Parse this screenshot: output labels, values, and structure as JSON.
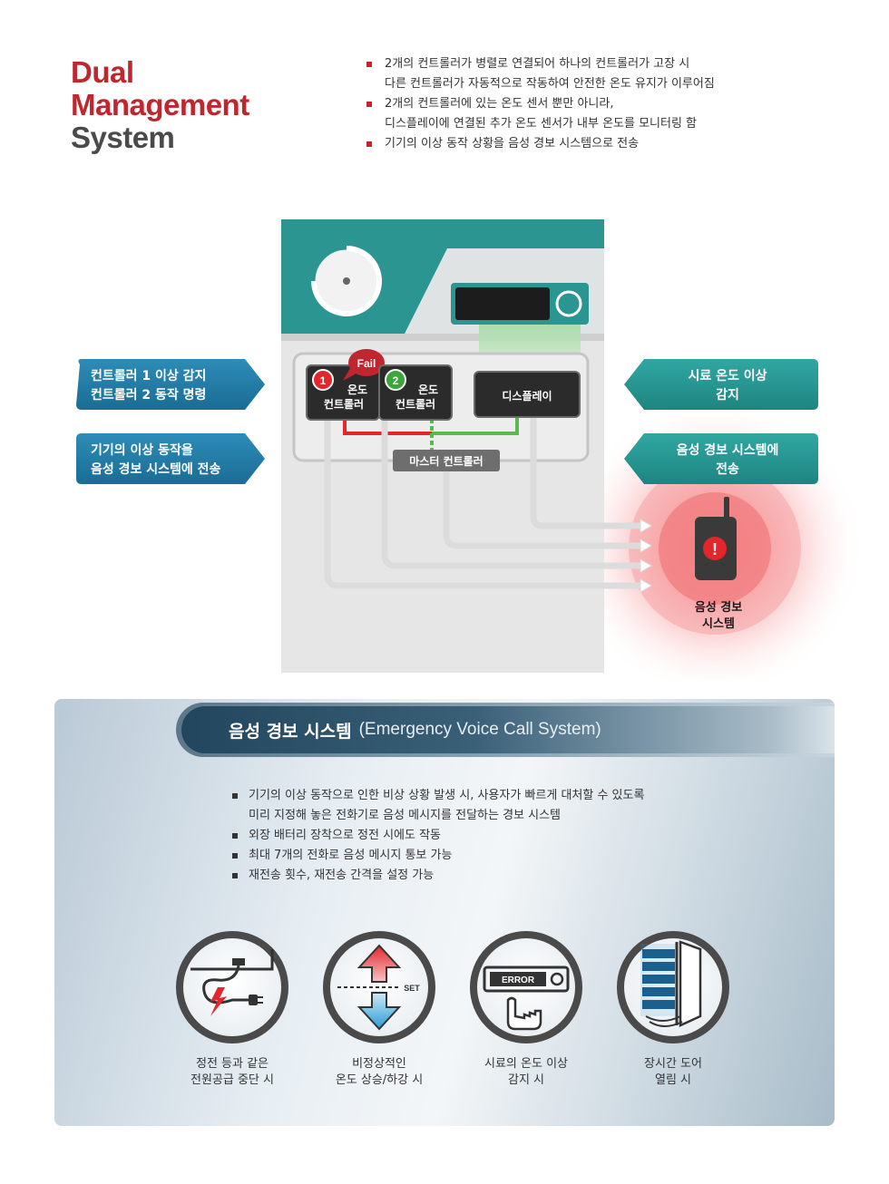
{
  "title": {
    "line1": "Dual",
    "line2": "Management",
    "line3": "System"
  },
  "top_bullets": [
    "2개의 컨트롤러가 병렬로 연결되어 하나의 컨트롤러가 고장 시\n다른 컨트롤러가 자동적으로 작동하여 안전한 온도 유지가 이루어짐",
    "2개의 컨트롤러에 있는 온도 센서 뿐만 아니라,\n디스플레이에 연결된 추가 온도 센서가 내부 온도를 모니터링 함",
    "기기의 이상 동작 상황을 음성 경보 시스템으로 전송"
  ],
  "diagram": {
    "left_labels": [
      "컨트롤러 1 이상 감지\n컨트롤러 2 동작 명령",
      "기기의 이상 동작을\n음성 경보 시스템에 전송"
    ],
    "right_labels": [
      "시료 온도 이상\n감지",
      "음성 경보 시스템에\n전송"
    ],
    "fail_badge": "Fail",
    "controller1": {
      "num": "1",
      "label": "온도\n컨트롤러"
    },
    "controller2": {
      "num": "2",
      "label": "온도\n컨트롤러"
    },
    "display_label": "디스플레이",
    "master_label": "마스터 컨트롤러",
    "alarm_label": "음성 경보\n시스템",
    "alarm_mark": "!"
  },
  "panel": {
    "title": "음성 경보 시스템",
    "subtitle": "(Emergency Voice Call System)",
    "bullets": [
      "기기의 이상 동작으로 인한 비상 상황 발생 시, 사용자가 빠르게 대처할 수 있도록\n미리 지정해 놓은 전화기로 음성 메시지를 전달하는 경보 시스템",
      "외장 배터리 장착으로 정전 시에도 작동",
      "최대 7개의 전화로 음성 메시지 통보 가능",
      "재전송 횟수, 재전송 간격을 설정 가능"
    ],
    "icons": [
      {
        "icon": "power-outage-icon",
        "caption": "정전 등과 같은\n전원공급 중단 시"
      },
      {
        "icon": "temperature-change-icon",
        "caption": "비정상적인\n온도 상승/하강 시",
        "set_label": "SET"
      },
      {
        "icon": "temperature-error-icon",
        "caption": "시료의 온도 이상\n감지 시",
        "error_label": "ERROR"
      },
      {
        "icon": "door-open-icon",
        "caption": "장시간 도어\n열림 시"
      }
    ]
  },
  "colors": {
    "brand_red": "#c0262d",
    "teal": "#2a9591",
    "blue_label": "#1f7aa3",
    "alarm_red": "#e2262b"
  }
}
